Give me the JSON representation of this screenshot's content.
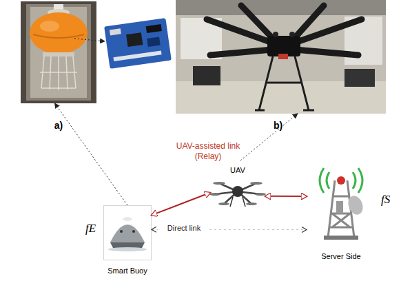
{
  "diagram": {
    "nodes": [
      {
        "text": [
          "a)"
        ]
      },
      {
        "text": [
          "b)"
        ]
      },
      {
        "text": [
          "UAV"
        ]
      },
      {
        "text": [
          "Smart Buoy"
        ]
      },
      {
        "text": [
          "Server Side"
        ]
      }
    ],
    "edges": [
      {
        "from": 3,
        "to": 0,
        "arrow": "to"
      },
      {
        "from": 2,
        "to": 1,
        "arrow": "to"
      },
      {
        "from": 3,
        "to": 2,
        "arrow": "both",
        "label": "UAV-assisted link (Relay)"
      },
      {
        "from": 2,
        "to": 4,
        "arrow": "both"
      },
      {
        "from": 3,
        "to": 4,
        "arrow": "both",
        "label": "Direct link"
      }
    ],
    "labels": [
      "fE",
      "fS"
    ]
  }
}
